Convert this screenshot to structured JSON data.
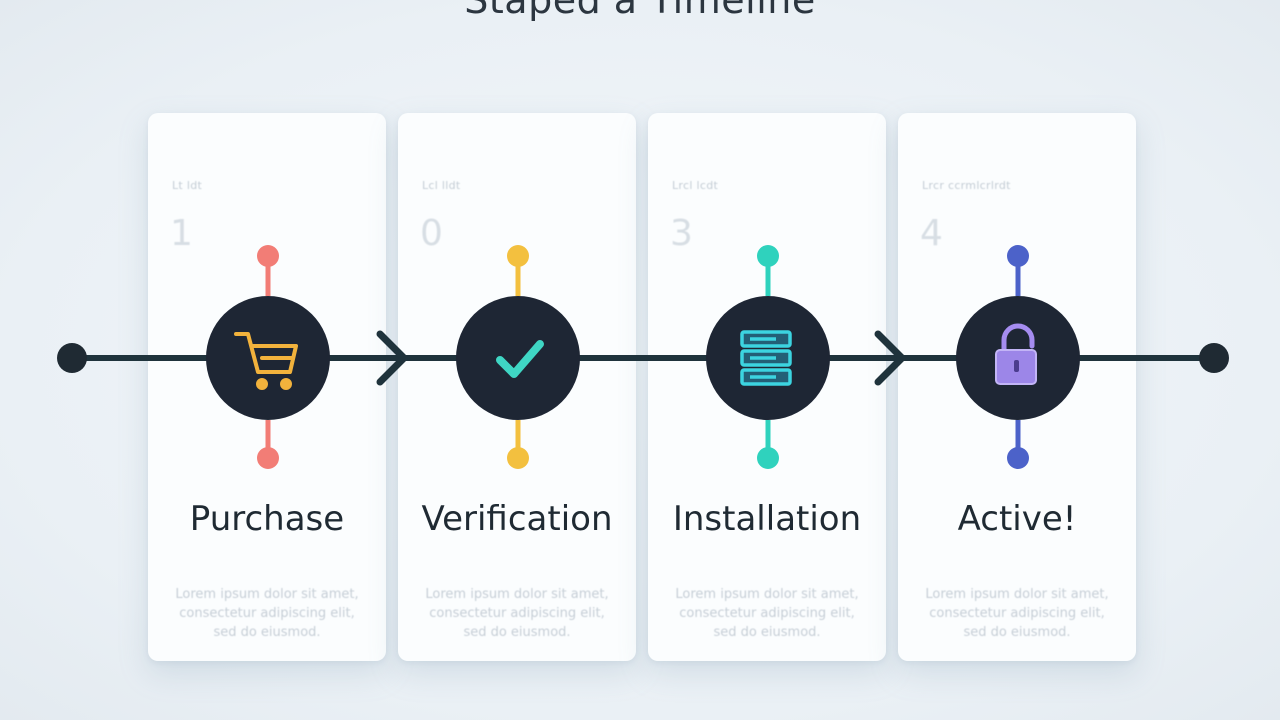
{
  "page": {
    "title": "Staped a Timeline"
  },
  "steps": [
    {
      "title": "Purchase",
      "small_label": "Lt ldt",
      "number": "1",
      "description": "Lorem ipsum dolor sit amet, consectetur adipiscing elit, sed do eiusmod.",
      "icon": "shopping-cart-icon",
      "accent": "#f27d76",
      "icon_color": "#f2b23c"
    },
    {
      "title": "Verification",
      "small_label": "Lcl lldt",
      "number": "0",
      "description": "Lorem ipsum dolor sit amet, consectetur adipiscing elit, sed do eiusmod.",
      "icon": "checkmark-icon",
      "accent": "#f3c03f",
      "icon_color": "#3fd6c4"
    },
    {
      "title": "Installation",
      "small_label": "Lrcl lcdt",
      "number": "3",
      "description": "Lorem ipsum dolor sit amet, consectetur adipiscing elit, sed do eiusmod.",
      "icon": "server-stack-icon",
      "accent": "#2fd2bd",
      "icon_color": "#3cd4e0"
    },
    {
      "title": "Active!",
      "small_label": "Lrcr ccrmlcrlrdt",
      "number": "4",
      "description": "Lorem ipsum dolor sit amet, consectetur adipiscing elit, sed do eiusmod.",
      "icon": "unlocked-padlock-icon",
      "accent": "#4c62c9",
      "icon_color": "#a58cf0"
    }
  ],
  "colors": {
    "timeline": "#1f333c",
    "node_fill": "#1e2634",
    "background": "#eef3f7"
  }
}
